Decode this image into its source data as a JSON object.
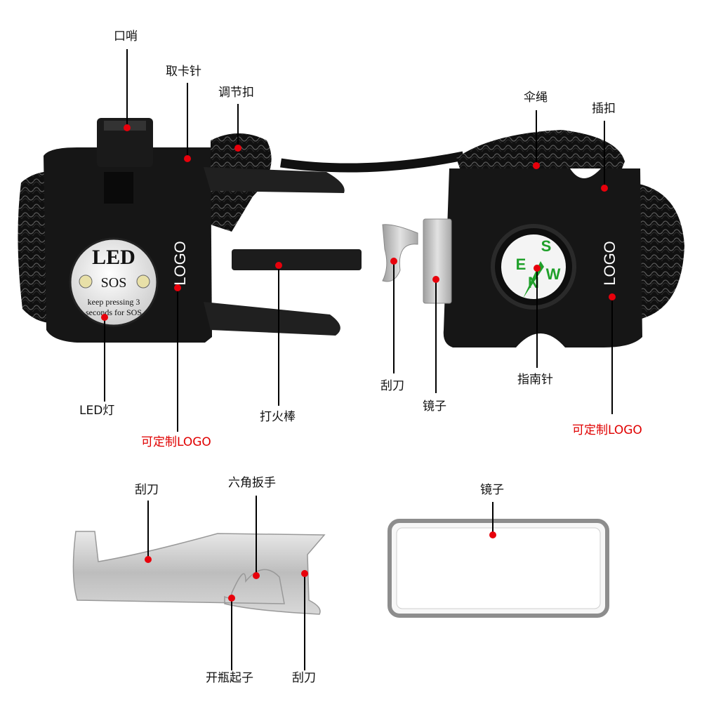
{
  "colors": {
    "accent_red": "#e00000",
    "pointer_dot": "#e8000b",
    "product_black": "#141414"
  },
  "bracelet_left": {
    "led_cap_title": "LED",
    "led_cap_sos": "SOS",
    "led_cap_line1": "keep pressing 3",
    "led_cap_line2": "seconds for SOS",
    "logo_text": "LOGO"
  },
  "bracelet_right": {
    "logo_text": "LOGO",
    "compass_letters": {
      "n": "N",
      "e": "E",
      "s": "S",
      "w": "W"
    }
  },
  "labels": {
    "whistle": "口哨",
    "card_pin": "取卡针",
    "adjust_buckle": "调节扣",
    "led_light": "LED灯",
    "custom_logo_left": "可定制LOGO",
    "fire_starter": "打火棒",
    "paracord": "伞绳",
    "buckle": "插扣",
    "scraper_top": "刮刀",
    "mirror_top": "镜子",
    "compass": "指南针",
    "custom_logo_right": "可定制LOGO",
    "scraper_tool": "刮刀",
    "hex_wrench": "六角扳手",
    "mirror_bottom": "镜子",
    "bottle_opener": "开瓶起子",
    "scraper_edge": "刮刀"
  }
}
